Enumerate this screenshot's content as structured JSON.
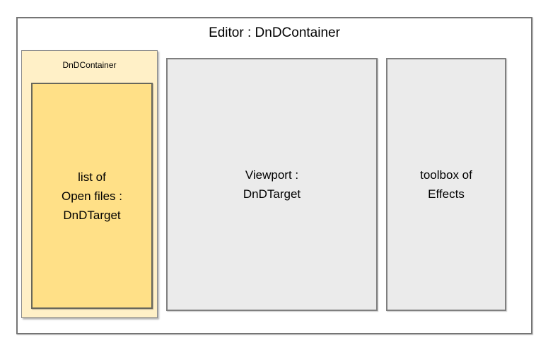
{
  "diagram": {
    "title": "Editor : DnDContainer",
    "files_panel": {
      "label": "DnDContainer",
      "list": {
        "lines": [
          "list of",
          "Open files :",
          "DnDTarget"
        ]
      }
    },
    "viewport": {
      "lines": [
        "Viewport :",
        "DnDTarget"
      ]
    },
    "toolbox": {
      "lines": [
        "toolbox of",
        "Effects"
      ]
    },
    "colors": {
      "panel_fill": "#FFF0C7",
      "list_fill": "#FFE087",
      "gray_box_fill": "#EBEBEB",
      "border_gray": "#7F7F7F",
      "border_dark": "#67675C",
      "text": "#000000",
      "background": "#FFFFFF"
    }
  }
}
